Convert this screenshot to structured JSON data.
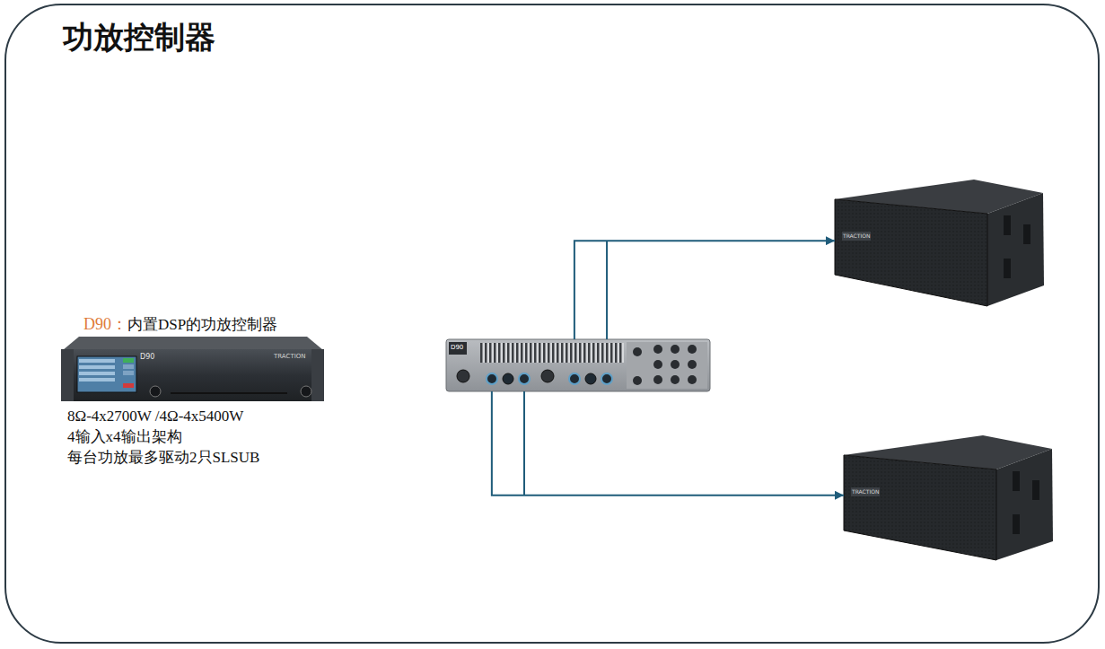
{
  "diagram": {
    "title": "功放控制器",
    "nodes": [
      {
        "text": [
          "D90",
          "TRACTION"
        ]
      },
      {
        "text": [
          "D90"
        ]
      },
      {
        "text": [
          "TRACTION"
        ]
      },
      {
        "text": [
          "TRACTION"
        ]
      }
    ],
    "edges": [
      {
        "from": 1,
        "to": 2,
        "arrow": "to"
      },
      {
        "from": 1,
        "to": 3,
        "arrow": "to"
      }
    ],
    "labels": [
      "D90：",
      "内置DSP的功放控制器",
      "8Ω-4x2700W /4Ω-4x5400W",
      "4输入x4输出架构",
      "每台功放最多驱动2只SLSUB"
    ]
  }
}
